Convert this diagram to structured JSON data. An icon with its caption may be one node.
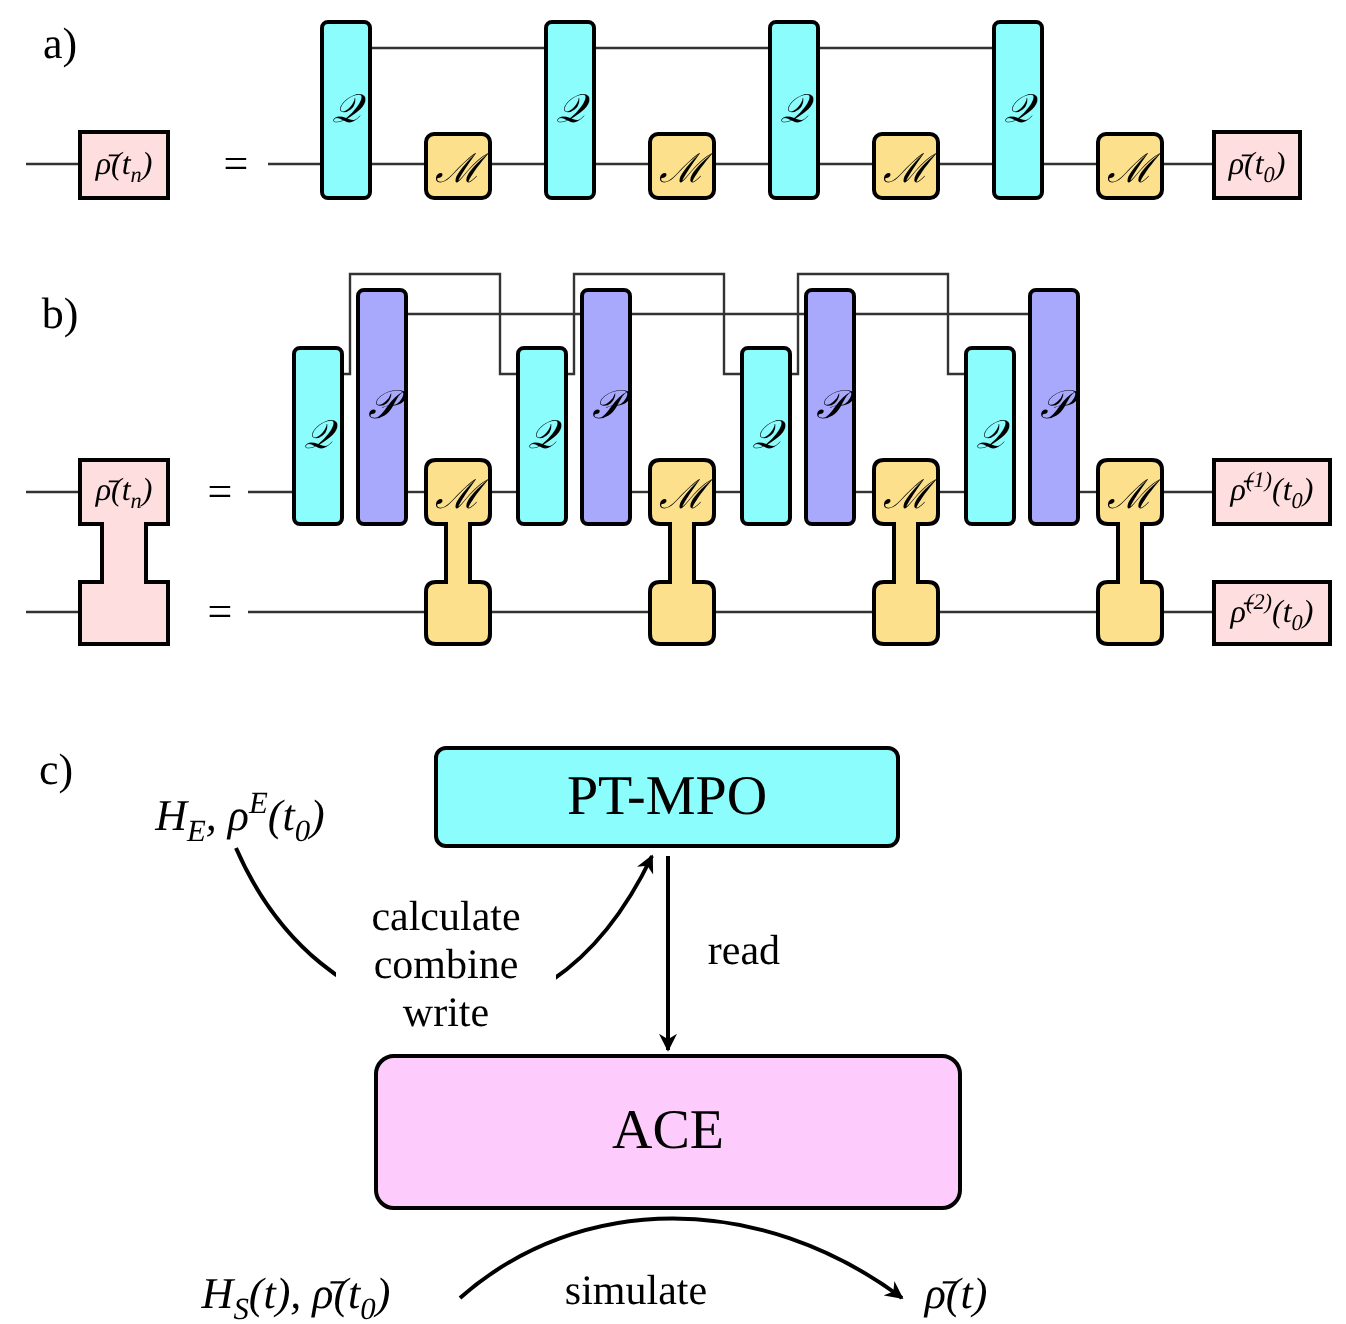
{
  "diagram": {
    "nodes": [
      {
        "text": [
          "ρ̄(t$_{n}$)"
        ]
      },
      {
        "text": [
          "𝒬"
        ]
      },
      {
        "text": [
          "𝒬"
        ]
      },
      {
        "text": [
          "𝒬"
        ]
      },
      {
        "text": [
          "𝒬"
        ]
      },
      {
        "text": [
          "ℳ"
        ]
      },
      {
        "text": [
          "ℳ"
        ]
      },
      {
        "text": [
          "ℳ"
        ]
      },
      {
        "text": [
          "ℳ"
        ]
      },
      {
        "text": [
          "ρ̄(t$_{0}$)"
        ]
      },
      {
        "text": [
          "ρ̄(t$_{n}$)"
        ]
      },
      {
        "text": [
          "𝒬"
        ]
      },
      {
        "text": [
          "𝒬"
        ]
      },
      {
        "text": [
          "𝒬"
        ]
      },
      {
        "text": [
          "𝒬"
        ]
      },
      {
        "text": [
          "𝒫"
        ]
      },
      {
        "text": [
          "𝒫"
        ]
      },
      {
        "text": [
          "𝒫"
        ]
      },
      {
        "text": [
          "𝒫"
        ]
      },
      {
        "text": [
          "ℳ"
        ]
      },
      {
        "text": [
          "ℳ"
        ]
      },
      {
        "text": [
          "ℳ"
        ]
      },
      {
        "text": [
          "ℳ"
        ]
      },
      {
        "text": [
          "ρ̄$^{(1)}$(t$_{0}$)"
        ]
      },
      {
        "text": [
          "ρ̄$^{(2)}$(t$_{0}$)"
        ]
      },
      {
        "text": [
          "H$_{E}$, ρ$^{E}$(t$_{0}$)"
        ]
      },
      {
        "text": [
          "PT-MPO"
        ]
      },
      {
        "text": [
          "ACE"
        ]
      },
      {
        "text": [
          "H$_{S}$(t), ρ̄(t$_{0}$)"
        ]
      },
      {
        "text": [
          "ρ̄(t)"
        ]
      }
    ],
    "edges": [
      {
        "from": null,
        "to": 0,
        "arrow": "none"
      },
      {
        "from": null,
        "to": 1,
        "arrow": "none"
      },
      {
        "from": 1,
        "to": 5,
        "arrow": "none"
      },
      {
        "from": 5,
        "to": 2,
        "arrow": "none"
      },
      {
        "from": 2,
        "to": 6,
        "arrow": "none"
      },
      {
        "from": 6,
        "to": 3,
        "arrow": "none"
      },
      {
        "from": 3,
        "to": 7,
        "arrow": "none"
      },
      {
        "from": 7,
        "to": 4,
        "arrow": "none"
      },
      {
        "from": 4,
        "to": 8,
        "arrow": "none"
      },
      {
        "from": 8,
        "to": 9,
        "arrow": "none"
      },
      {
        "from": 1,
        "to": 2,
        "arrow": "none"
      },
      {
        "from": 2,
        "to": 3,
        "arrow": "none"
      },
      {
        "from": 3,
        "to": 4,
        "arrow": "none"
      },
      {
        "from": null,
        "to": 10,
        "arrow": "none"
      },
      {
        "from": null,
        "to": 10,
        "arrow": "none"
      },
      {
        "from": null,
        "to": 11,
        "arrow": "none"
      },
      {
        "from": 15,
        "to": 19,
        "arrow": "none"
      },
      {
        "from": 19,
        "to": 12,
        "arrow": "none"
      },
      {
        "from": 16,
        "to": 20,
        "arrow": "none"
      },
      {
        "from": 20,
        "to": 13,
        "arrow": "none"
      },
      {
        "from": 17,
        "to": 21,
        "arrow": "none"
      },
      {
        "from": 21,
        "to": 14,
        "arrow": "none"
      },
      {
        "from": 18,
        "to": 22,
        "arrow": "none"
      },
      {
        "from": 22,
        "to": 23,
        "arrow": "none"
      },
      {
        "from": null,
        "to": 19,
        "arrow": "none"
      },
      {
        "from": 19,
        "to": 20,
        "arrow": "none"
      },
      {
        "from": 20,
        "to": 21,
        "arrow": "none"
      },
      {
        "from": 21,
        "to": 22,
        "arrow": "none"
      },
      {
        "from": 22,
        "to": 24,
        "arrow": "none"
      },
      {
        "from": 11,
        "to": 12,
        "arrow": "none"
      },
      {
        "from": 12,
        "to": 13,
        "arrow": "none"
      },
      {
        "from": 13,
        "to": 14,
        "arrow": "none"
      },
      {
        "from": 15,
        "to": 16,
        "arrow": "none"
      },
      {
        "from": 16,
        "to": 17,
        "arrow": "none"
      },
      {
        "from": 17,
        "to": 18,
        "arrow": "none"
      },
      {
        "from": 25,
        "to": 26,
        "arrow": "to",
        "label": "calculate combine write"
      },
      {
        "from": 26,
        "to": 27,
        "arrow": "to",
        "label": "read"
      },
      {
        "from": 28,
        "to": 29,
        "arrow": "to",
        "label": "simulate"
      }
    ],
    "labels": [
      "a)",
      "=",
      "b)",
      "=",
      "=",
      "c)"
    ]
  }
}
